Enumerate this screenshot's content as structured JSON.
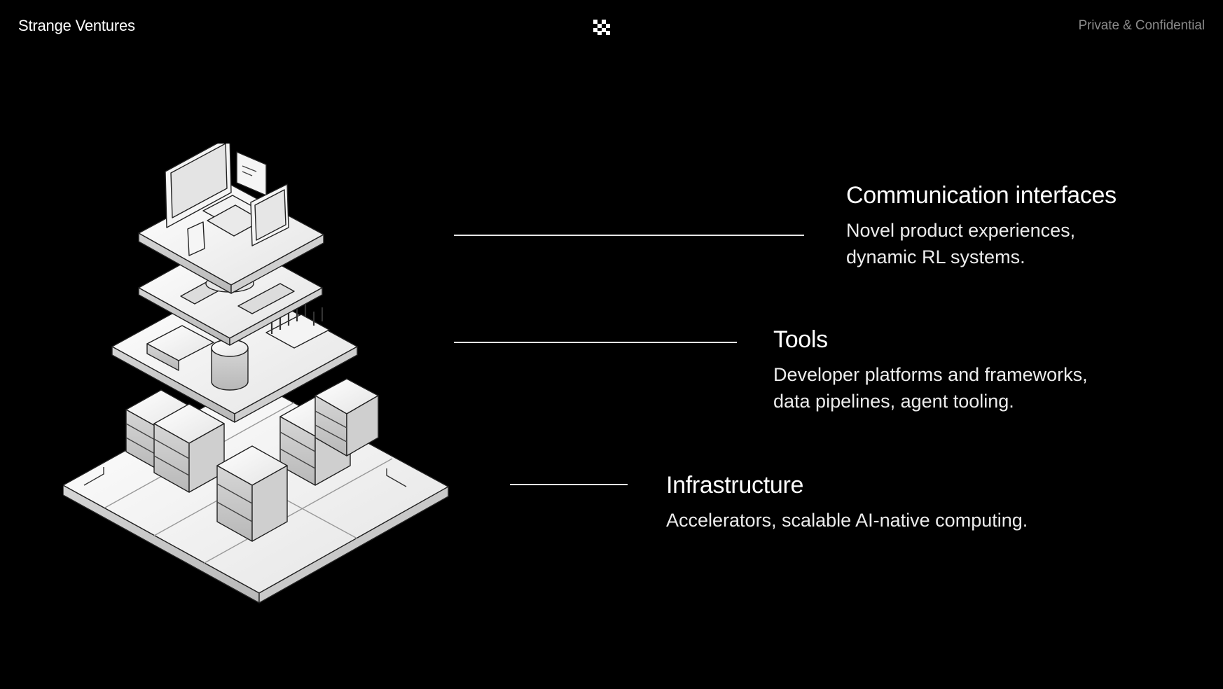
{
  "header": {
    "brand": "Strange Ventures",
    "logo_icon": "checker-logo-icon",
    "confidential": "Private & Confidential"
  },
  "illustration": {
    "icon": "isometric-stack-illustration"
  },
  "layers": [
    {
      "title": "Communication interfaces",
      "desc_lines": [
        "Novel product experiences,",
        "dynamic RL systems."
      ]
    },
    {
      "title": "Tools",
      "desc_lines": [
        "Developer platforms and frameworks,",
        "data pipelines, agent tooling."
      ]
    },
    {
      "title": "Infrastructure",
      "desc_lines": [
        "Accelerators, scalable AI-native computing."
      ]
    }
  ],
  "colors": {
    "background": "#000000",
    "text": "#ffffff",
    "muted": "#8a8a8a",
    "line": "#e6e6e6"
  }
}
